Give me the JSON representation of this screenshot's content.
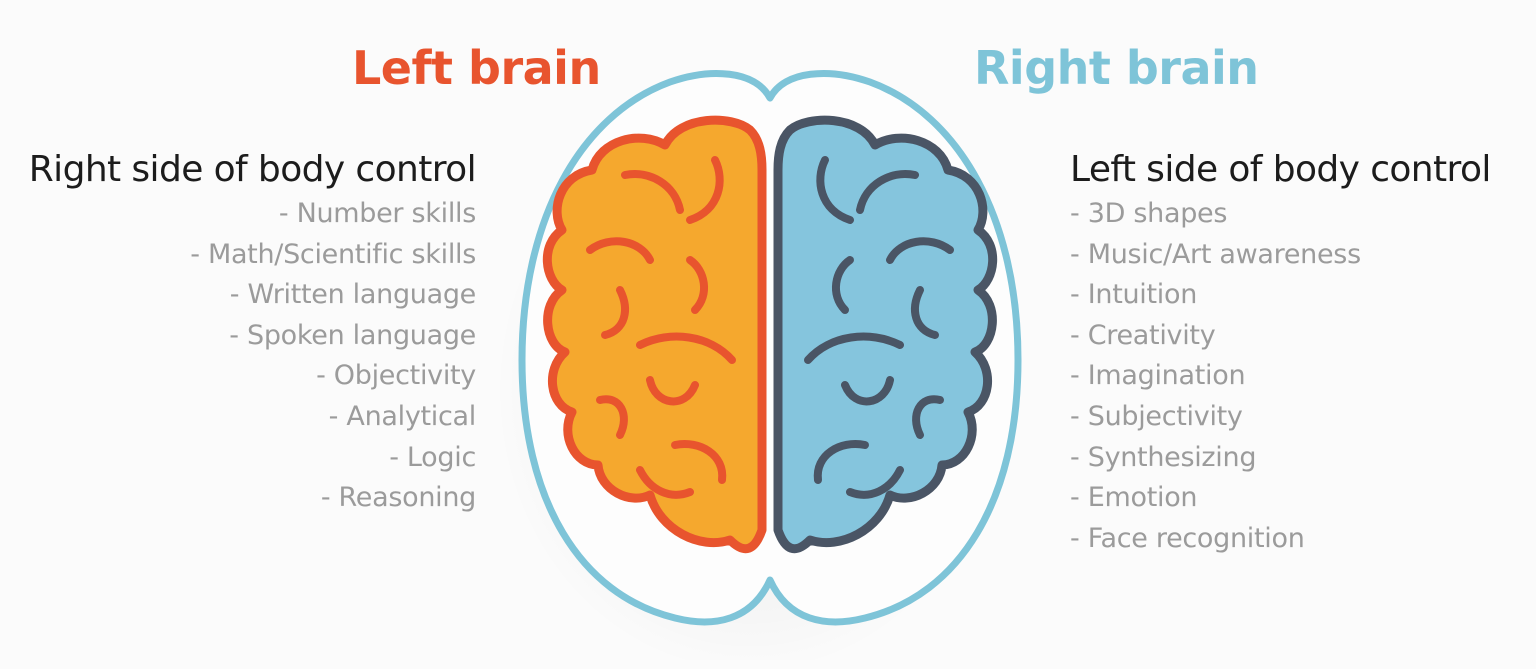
{
  "left": {
    "title": "Left brain",
    "heading": "Right side of body control",
    "items": [
      "- Number skills",
      "- Math/Scientific skills",
      "- Written language",
      "- Spoken language",
      "- Objectivity",
      "- Analytical",
      "- Logic",
      "- Reasoning"
    ]
  },
  "right": {
    "title": "Right brain",
    "heading": "Left side of body control",
    "items": [
      "- 3D shapes",
      "- Music/Art awareness",
      "- Intuition",
      "- Creativity",
      "- Imagination",
      "- Subjectivity",
      "- Synthesizing",
      "- Emotion",
      "- Face recognition"
    ]
  },
  "colors": {
    "left_title": "#e8542e",
    "right_title": "#7ec4d8",
    "left_hemisphere_fill": "#f5a82e",
    "left_hemisphere_stroke": "#e8542e",
    "right_hemisphere_fill": "#85c5dd",
    "right_hemisphere_stroke": "#4a5565",
    "head_outline": "#7ec4d8"
  },
  "icons": {
    "brain": "brain-icon",
    "head_outline": "head-outline-icon"
  }
}
